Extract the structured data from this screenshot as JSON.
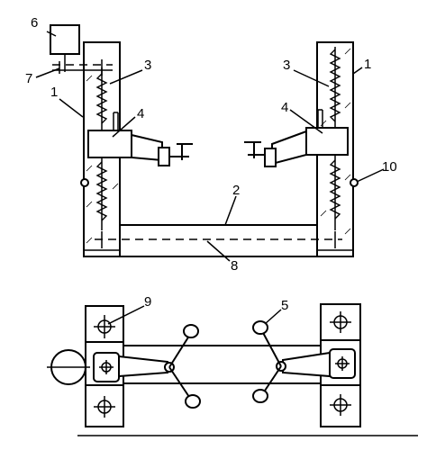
{
  "labels": {
    "l1_left": "1",
    "l1_right": "1",
    "l2": "2",
    "l3_left": "3",
    "l3_right": "3",
    "l4_left": "4",
    "l4_right": "4",
    "l5": "5",
    "l6": "6",
    "l7": "7",
    "l8": "8",
    "l9": "9",
    "l10": "10"
  }
}
